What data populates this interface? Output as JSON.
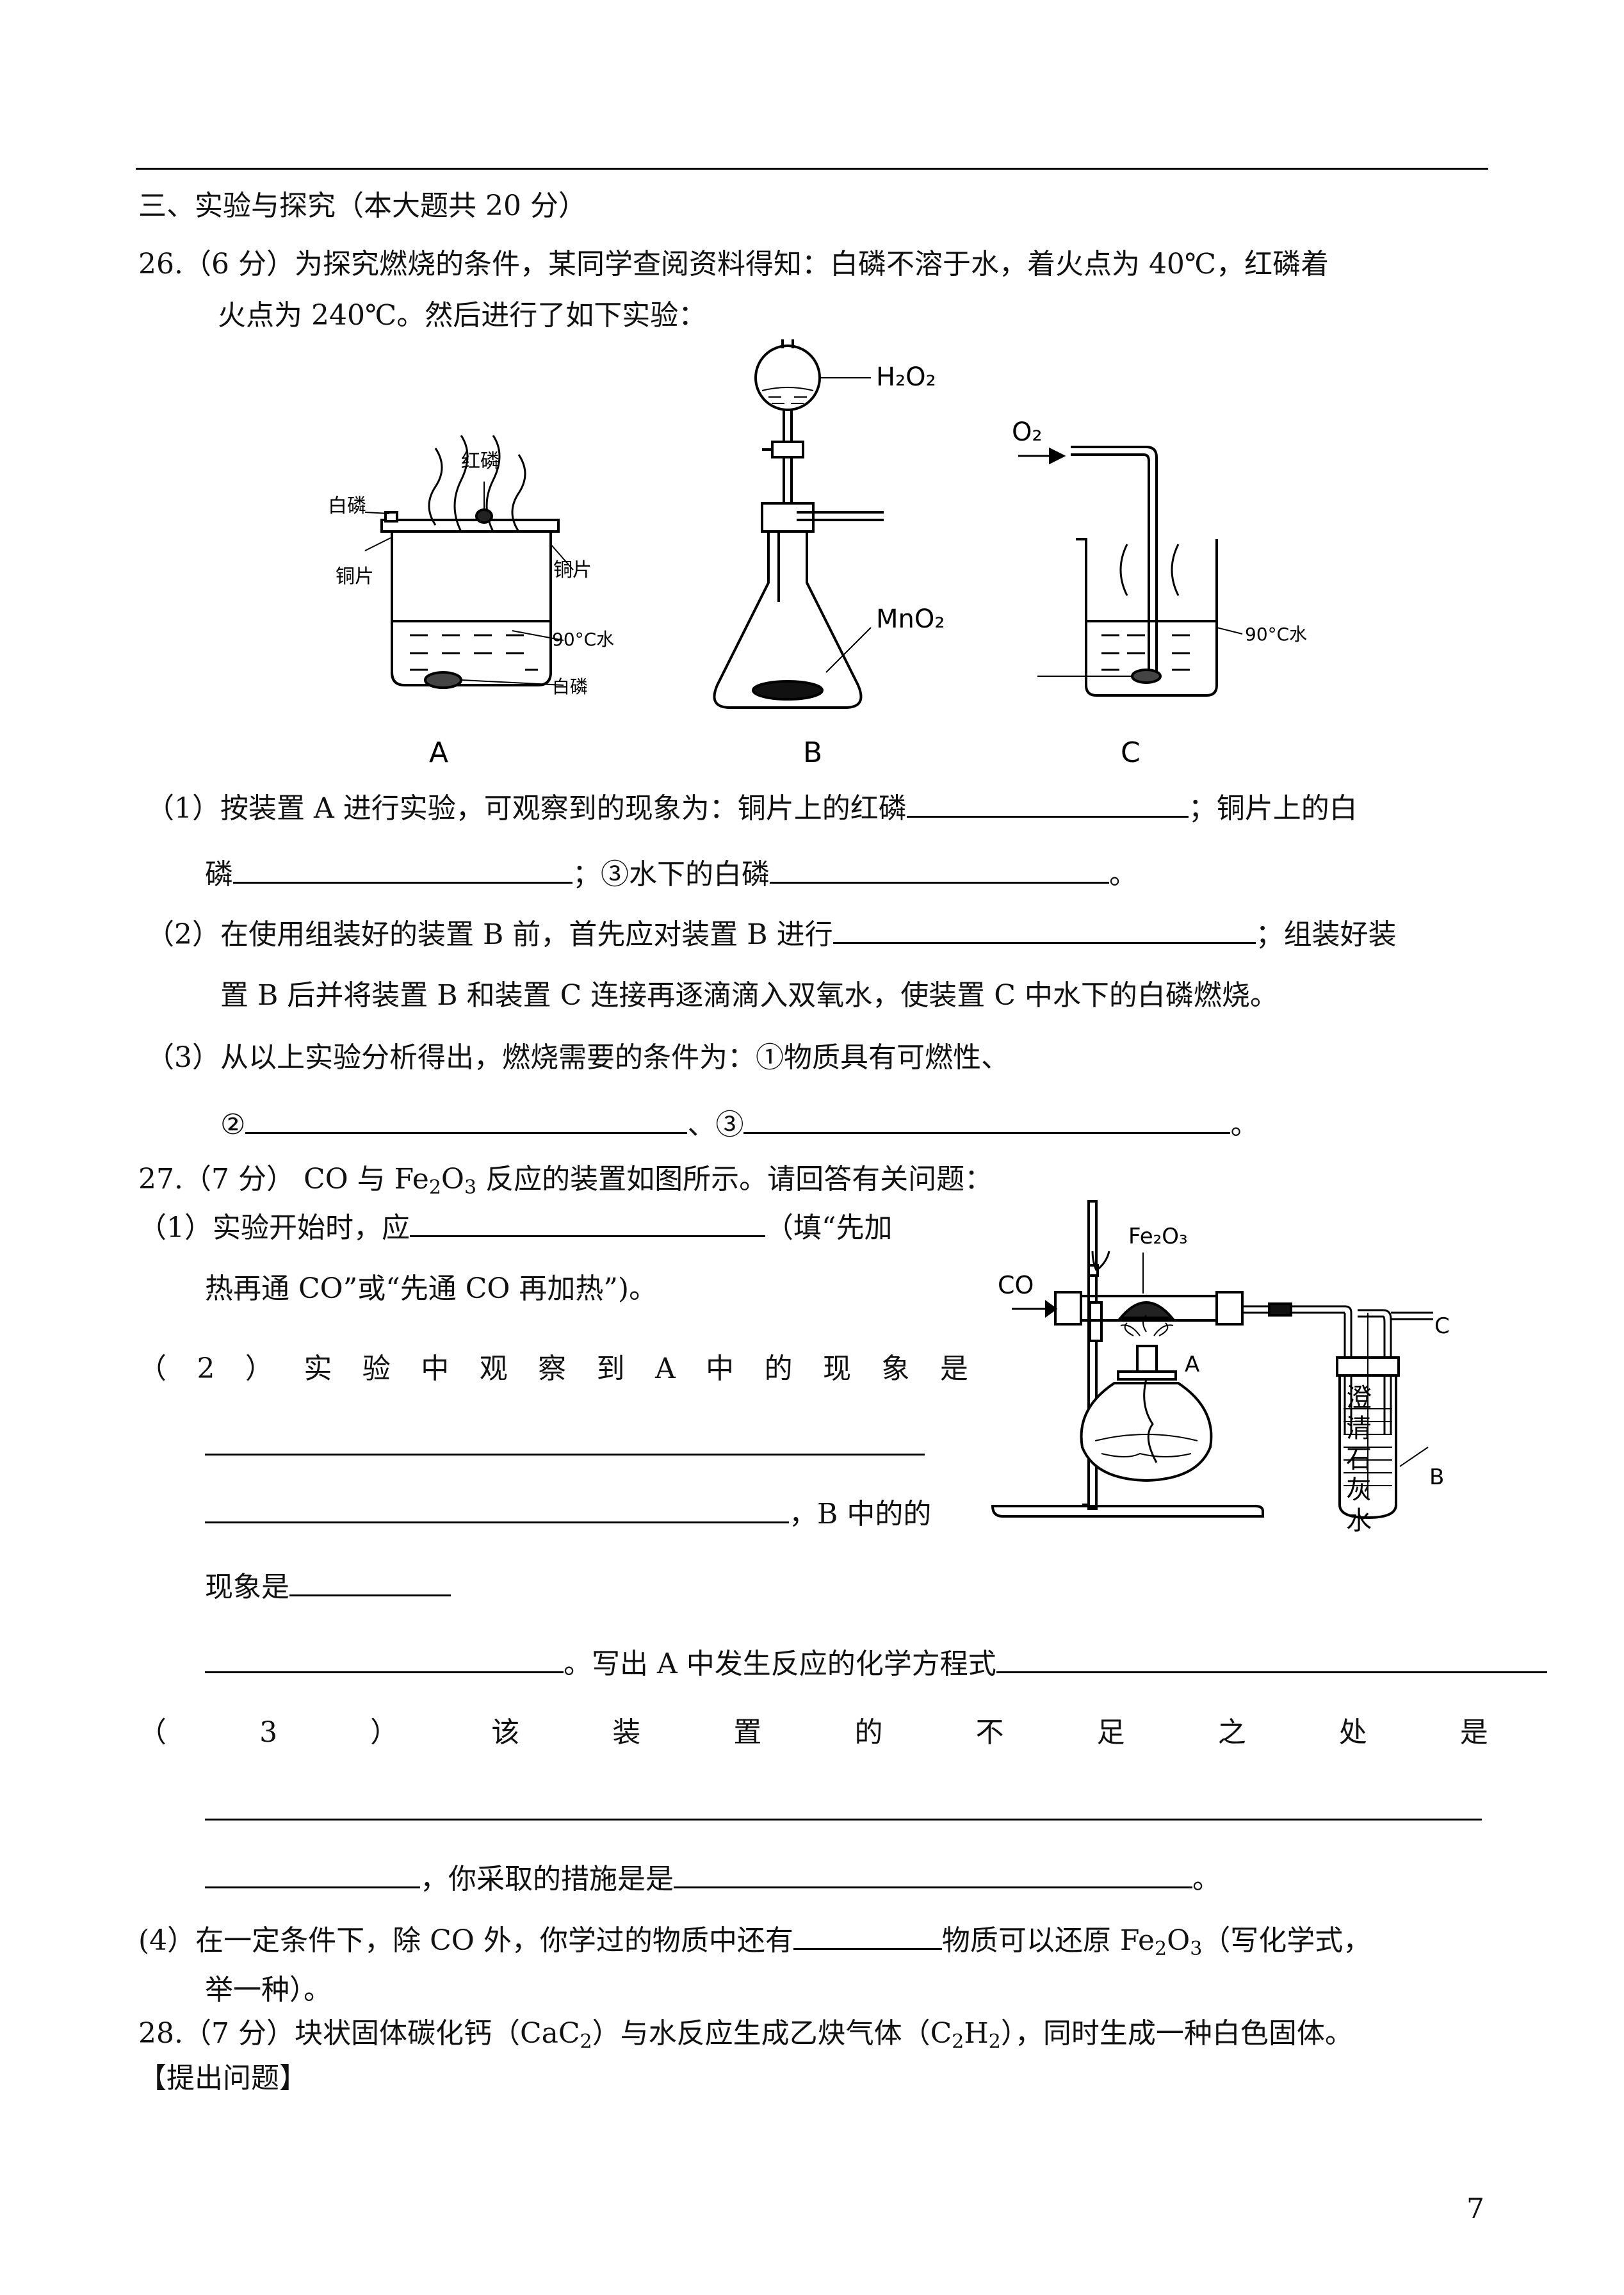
{
  "section_title": "三、实验与探究（本大题共 20 分）",
  "q26": {
    "line1": "26.（6 分）为探究燃烧的条件，某同学查阅资料得知：白磷不溶于水，着火点为 40℃，红磷着",
    "line2": "火点为 240℃。然后进行了如下实验：",
    "figure": {
      "A": {
        "label": "A",
        "red_p": "红磷",
        "white_p_top": "白磷",
        "copper_left": "铜片",
        "copper_right": "铜片",
        "water": "90°C水",
        "white_p_bottom": "白磷"
      },
      "B": {
        "label": "B",
        "h2o2": "H₂O₂",
        "mno2": "MnO₂"
      },
      "C": {
        "label": "C",
        "o2": "O₂",
        "water": "90°C水"
      }
    },
    "p1_a": "（1）按装置 A 进行实验，可观察到的现象为：铜片上的红磷",
    "p1_b": "；铜片上的白",
    "p1_c": "磷",
    "p1_d": "；③水下的白磷",
    "p1_e": "。",
    "p2_a": "（2）在使用组装好的装置 B 前，首先应对装置 B 进行",
    "p2_b": "；组装好装",
    "p2_c": "置 B 后并将装置 B 和装置 C 连接再逐滴滴入双氧水，使装置 C 中水下的白磷燃烧。",
    "p3_a": "（3）从以上实验分析得出，燃烧需要的条件为：①物质具有可燃性、",
    "p3_b": "②",
    "p3_c": "、③",
    "p3_d": "。"
  },
  "q27": {
    "title_a": "27.（7 分） CO 与 Fe",
    "title_b": "O",
    "title_c": " 反应的装置如图所示。请回答有关问题：",
    "s1_a": "（1）实验开始时，应",
    "s1_b": "（填“先加",
    "s1_c": "热再通 CO”或“先通 CO 再加热”)。",
    "s2_chars": [
      "（",
      "2",
      "）",
      "实",
      "验",
      "中",
      "观",
      "察",
      "到",
      "A",
      "中",
      "的",
      "现",
      "象",
      "是"
    ],
    "s2_b": "，B 中的的",
    "s2_c": "现象是",
    "s2_d": "。写出 A 中发生反应的化学方程式",
    "s3_chars": [
      "（",
      "3",
      "）",
      "该",
      "装",
      "置",
      "的",
      "不",
      "足",
      "之",
      "处",
      "是"
    ],
    "s3_b": "，你采取的措施是是",
    "s3_c": "。",
    "s4_a": "(4）在一定条件下，除 CO 外，你学过的物质中还有",
    "s4_b": "物质可以还原 Fe",
    "s4_c": "O",
    "s4_d": "（写化学式，",
    "s4_e": "举一种）。",
    "figure": {
      "co": "CO",
      "fe2o3": "Fe₂O₃",
      "a": "A",
      "b": "B",
      "c": "C",
      "limewater": [
        "澄",
        "清",
        "石",
        "灰",
        "水"
      ]
    }
  },
  "q28": {
    "line1_a": "28.（7 分）块状固体碳化钙（CaC",
    "line1_b": "）与水反应生成乙炔气体（C",
    "line1_c": "H",
    "line1_d": "），同时生成一种白色固体。",
    "line2": "【提出问题】"
  },
  "page_number": "7"
}
